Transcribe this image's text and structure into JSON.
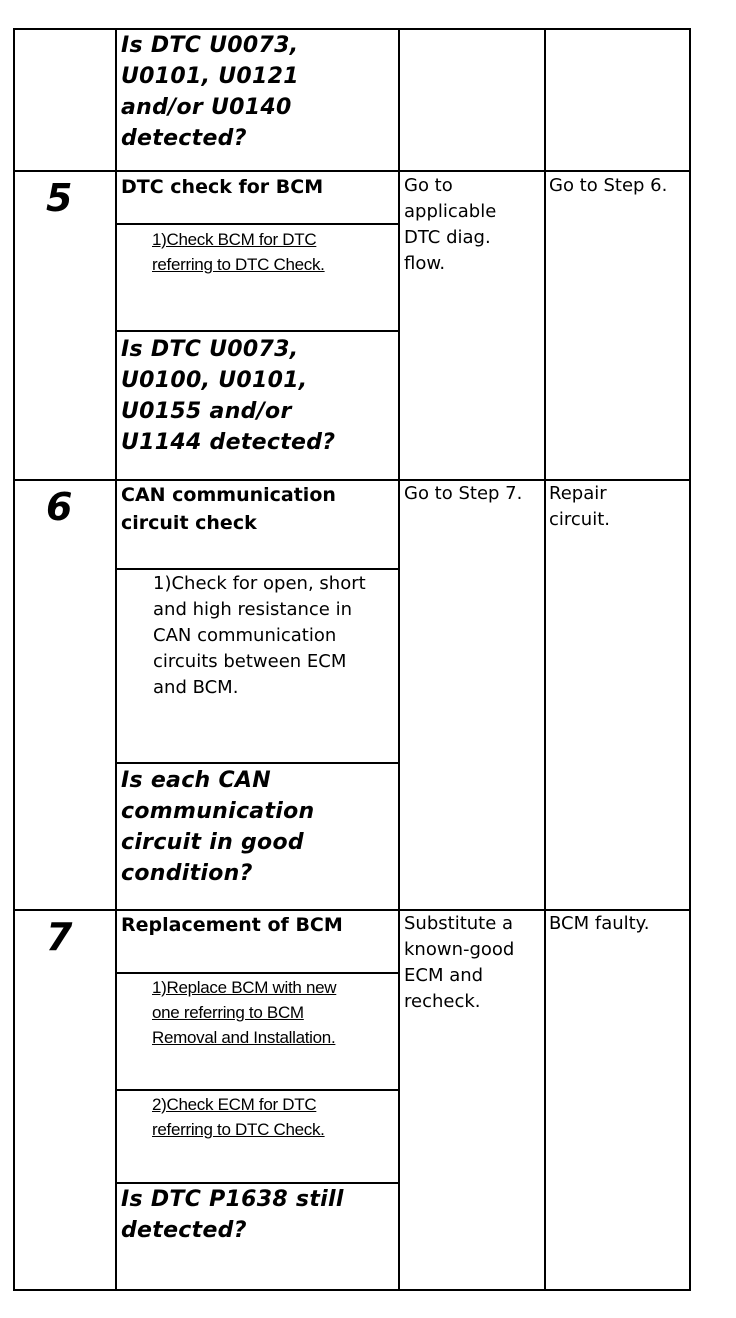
{
  "rows": [
    {
      "question": "Is DTC U0073,\nU0101, U0121\nand/or U0140\ndetected?"
    },
    {
      "step": "5",
      "title": "DTC check for BCM",
      "sub1": "1)Check BCM for DTC\nreferring to DTC Check.",
      "question": "Is DTC U0073,\nU0100, U0101,\nU0155 and/or\nU1144 detected?",
      "yes": "Go to\napplicable\nDTC diag.\nflow.",
      "no": "Go to Step 6."
    },
    {
      "step": "6",
      "title": "CAN communication\ncircuit check",
      "sub1": "1)Check for open, short\nand high resistance in\nCAN communication\ncircuits between ECM\nand BCM.",
      "question": "Is each CAN\ncommunication\ncircuit in good\ncondition?",
      "yes": "Go to Step 7.",
      "no": "Repair\ncircuit."
    },
    {
      "step": "7",
      "title": "Replacement of BCM",
      "sub1": "1)Replace BCM with new\none referring to BCM\nRemoval and Installation.",
      "sub2": "2)Check ECM for DTC\nreferring to DTC Check.",
      "question": "Is DTC P1638 still\ndetected?",
      "yes": "Substitute a\nknown-good\nECM and\nrecheck.",
      "no": "BCM faulty."
    }
  ]
}
